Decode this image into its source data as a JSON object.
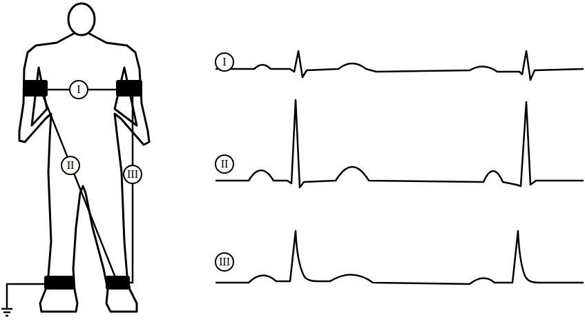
{
  "diagram": {
    "nodes": [
      {
        "text": [
          "I"
        ]
      },
      {
        "text": [
          "II"
        ]
      },
      {
        "text": [
          "III"
        ]
      },
      {
        "text": [
          "I"
        ]
      },
      {
        "text": [
          "II"
        ]
      },
      {
        "text": [
          "III"
        ]
      }
    ]
  }
}
